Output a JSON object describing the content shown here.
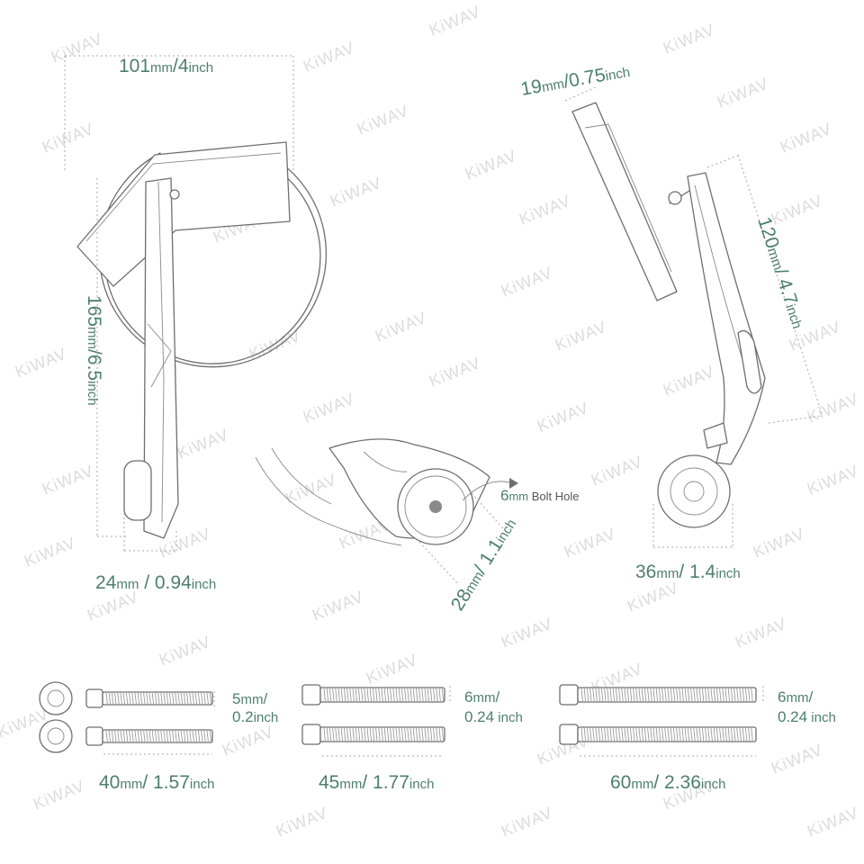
{
  "watermark": "KiWAV",
  "colors": {
    "label": "#4e7f6e",
    "outline": "#6e6e6e",
    "dimension_line": "#a9a9a9",
    "watermark": "#dcdcdc"
  },
  "dimensions": {
    "mirror_width": {
      "value": "101",
      "unit": "mm",
      "sep": "/",
      "alt_value": "4",
      "alt_unit": "inch"
    },
    "arm_length": {
      "value": "165",
      "unit": "mm",
      "sep": "/",
      "alt_value": "6.5",
      "alt_unit": "inch"
    },
    "base_width": {
      "value": "24",
      "unit": "mm",
      "sep": " / ",
      "alt_value": "0.94",
      "alt_unit": "inch"
    },
    "clamp_diameter": {
      "value": "28",
      "unit": "mm",
      "sep": "/ ",
      "alt_value": "1.1",
      "alt_unit": "inch"
    },
    "bolt_hole": {
      "value": "6",
      "unit": "mm",
      "label": " Bolt Hole"
    },
    "mirror_depth": {
      "value": "19",
      "unit": "mm",
      "sep": "/",
      "alt_value": "0.75",
      "alt_unit": "inch"
    },
    "side_height": {
      "value": "120",
      "unit": "mm",
      "sep": "/ ",
      "alt_value": "4.7",
      "alt_unit": "inch"
    },
    "side_base": {
      "value": "36",
      "unit": "mm",
      "sep": "/ ",
      "alt_value": "1.4",
      "alt_unit": "inch"
    }
  },
  "bolts": [
    {
      "length": "40",
      "length_alt": "1.57",
      "dia": "5",
      "dia_alt": "0.2",
      "dia_sep": "/",
      "unit": "mm",
      "alt_unit": "inch"
    },
    {
      "length": "45",
      "length_alt": "1.77",
      "dia": "6",
      "dia_alt": "0.24",
      "dia_sep": "/",
      "unit": "mm",
      "alt_unit": "inch"
    },
    {
      "length": "60",
      "length_alt": "2.36",
      "dia": "6",
      "dia_alt": "0.24",
      "dia_sep": "/",
      "unit": "mm",
      "alt_unit": "inch"
    }
  ]
}
